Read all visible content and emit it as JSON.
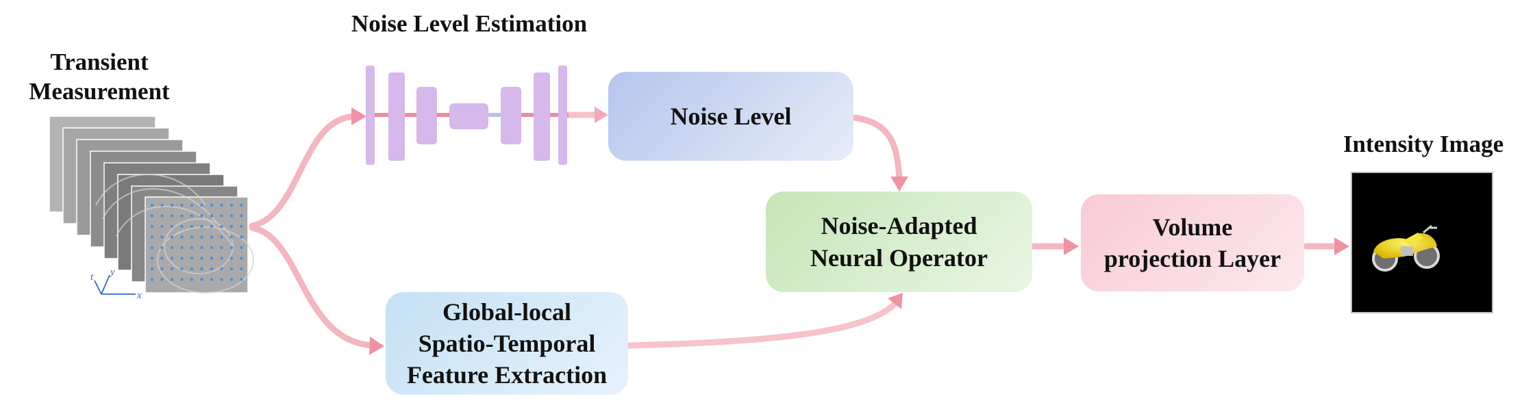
{
  "labels": {
    "transient_line1": "Transient",
    "transient_line2": "Measurement",
    "noise_estimation": "Noise Level Estimation",
    "intensity_image": "Intensity Image"
  },
  "boxes": {
    "noise_level": "Noise Level",
    "global_local": [
      "Global-local",
      "Spatio-Temporal",
      "Feature Extraction"
    ],
    "noise_adapted": [
      "Noise-Adapted",
      "Neural Operator"
    ],
    "volume_projection": [
      "Volume",
      "projection Layer"
    ]
  },
  "axes": {
    "t": "t",
    "y": "y",
    "x": "x"
  },
  "colors": {
    "arrow": "#f2a3b1",
    "unet_block": "#d6b8ea",
    "noise_level_box": [
      "#b5c6ec",
      "#e6ecf9"
    ],
    "global_local_box": [
      "#c4e1f5",
      "#e6f2fc"
    ],
    "noise_adapted_box": [
      "#c5e6b7",
      "#e9f6e3"
    ],
    "volume_box": [
      "#f8cbd6",
      "#fde8ed"
    ],
    "axis_blue": "#3366cc"
  }
}
